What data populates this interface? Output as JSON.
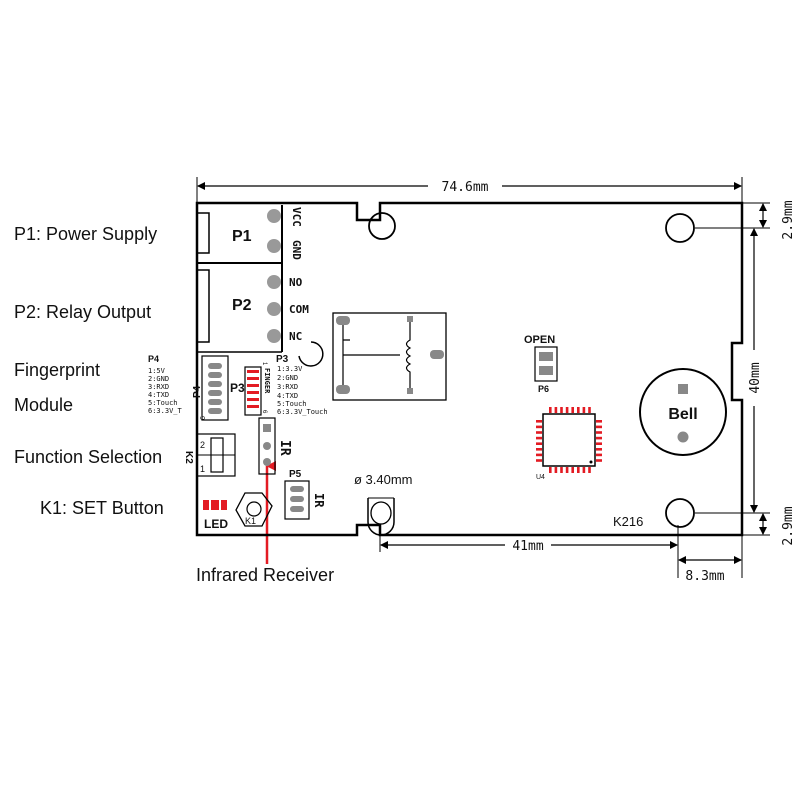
{
  "callouts": {
    "p1": "P1: Power Supply",
    "p2": "P2: Relay Output",
    "fp1": "Fingerprint",
    "fp2": "Module",
    "func": "Function Selection",
    "k1": "K1: SET Button",
    "ir": "Infrared Receiver"
  },
  "dimensions": {
    "width": "74.6mm",
    "height": "40mm",
    "top_margin": "2.9mm",
    "bottom_margin": "2.9mm",
    "hole_spacing": "41mm",
    "hole_offset": "8.3mm",
    "led_hole": "ø 3.40mm"
  },
  "board": {
    "p1": "P1",
    "p2": "P2",
    "p3": "P3",
    "p4": "P4",
    "p5": "P5",
    "p6": "P6",
    "k1": "K1",
    "k2": "K2",
    "ir_j": "IR",
    "ir_p5": "IR",
    "open": "OPEN",
    "bell": "Bell",
    "led": "LED",
    "u4": "U4",
    "model": "K216",
    "finger": "FINGER",
    "term_vcc": "VCC",
    "term_gnd": "GND",
    "term_no": "NO",
    "term_com": "COM",
    "term_nc": "NC",
    "k2_pin2": "2",
    "k2_pin1": "1",
    "p3_pin1": "1",
    "p3_pin6": "6",
    "p4_pin6": "6"
  },
  "pinouts": {
    "p4": [
      "1:5V",
      "2:GND",
      "3:RXD",
      "4:TXD",
      "5:Touch",
      "6:3.3V_T"
    ],
    "p3": [
      "1:3.3V",
      "2:GND",
      "3:RXD",
      "4:TXD",
      "5:Touch",
      "6:3.3V_Touch"
    ]
  }
}
